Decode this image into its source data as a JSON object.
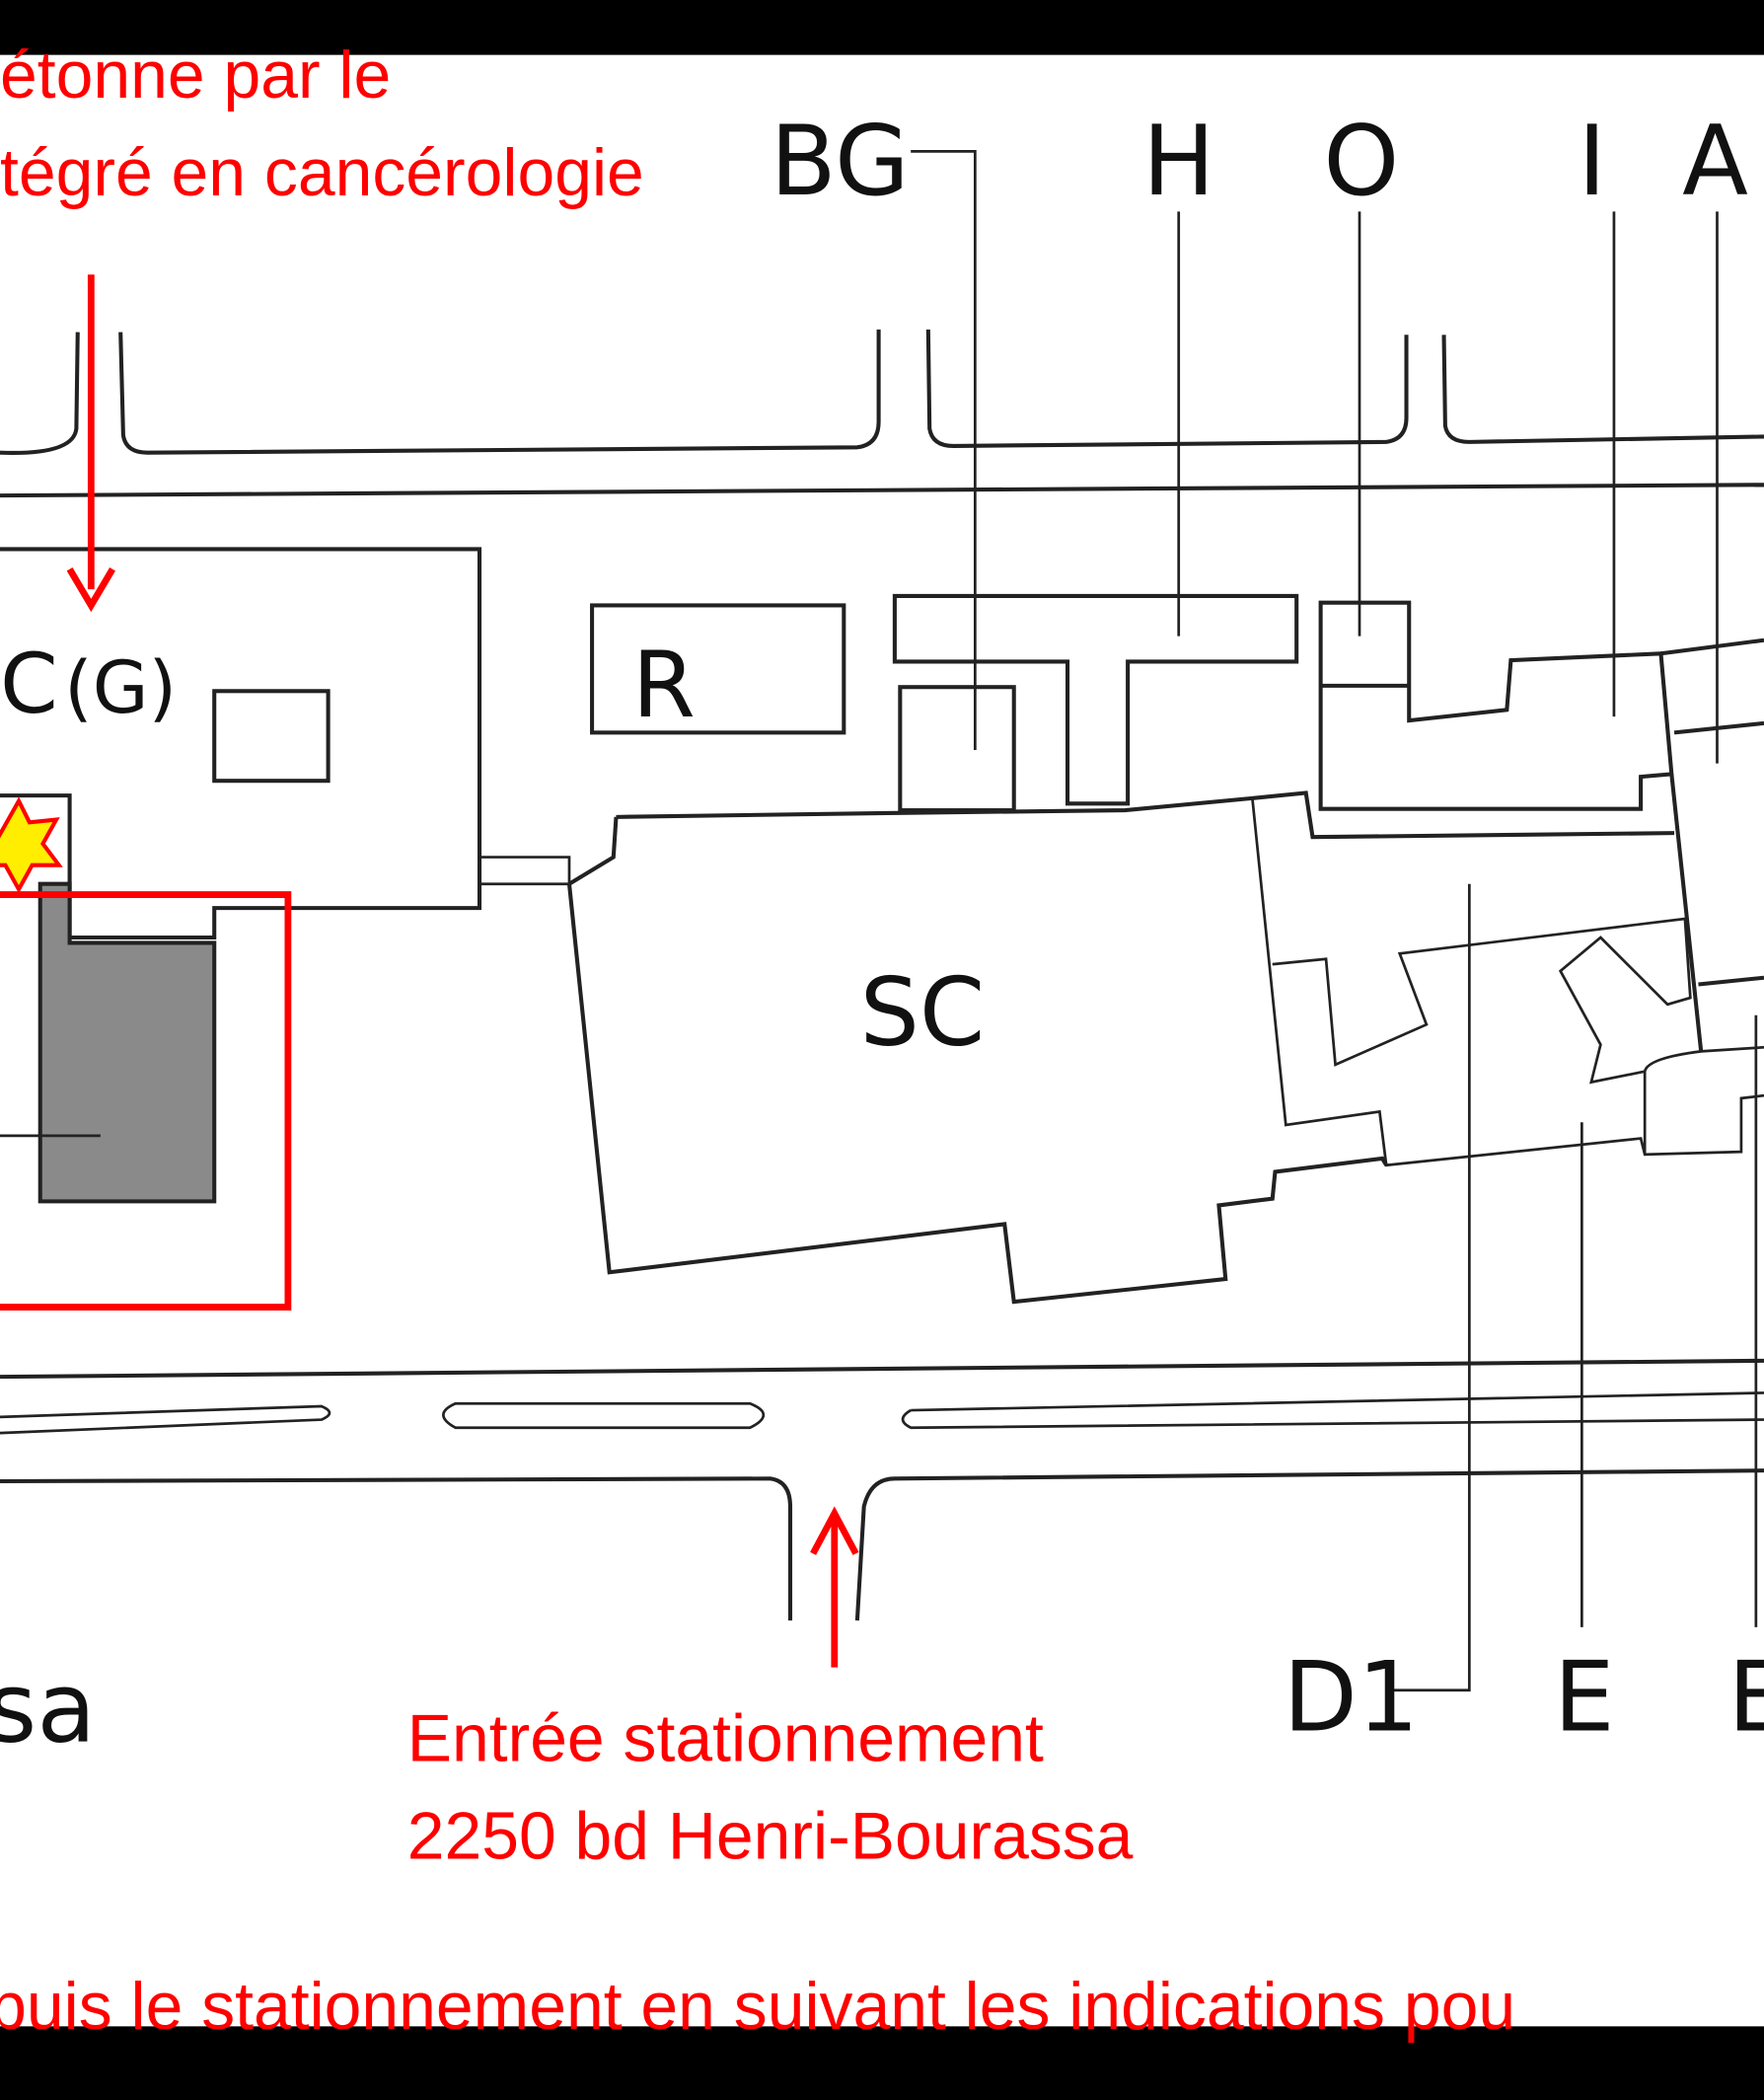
{
  "annotations": {
    "top_line1": "étonne par le",
    "top_line2": "tégré en cancérologie",
    "entrance_line1": "Entrée stationnement",
    "entrance_line2": "2250 bd Henri-Bourassa",
    "bottom_line": "puis le stationnement en suivant les indications pou",
    "street_fragment": "sa"
  },
  "building_labels": {
    "bg": "BG",
    "h": "H",
    "o": "O",
    "i": "I",
    "a": "A",
    "c": "C",
    "g": "(G)",
    "r": "R",
    "sc": "SC",
    "d1": "D1",
    "e": "E",
    "b": "E"
  },
  "colors": {
    "annotation": "#ff0000",
    "star": "#ffee00",
    "parking": "#8a8a8a"
  }
}
